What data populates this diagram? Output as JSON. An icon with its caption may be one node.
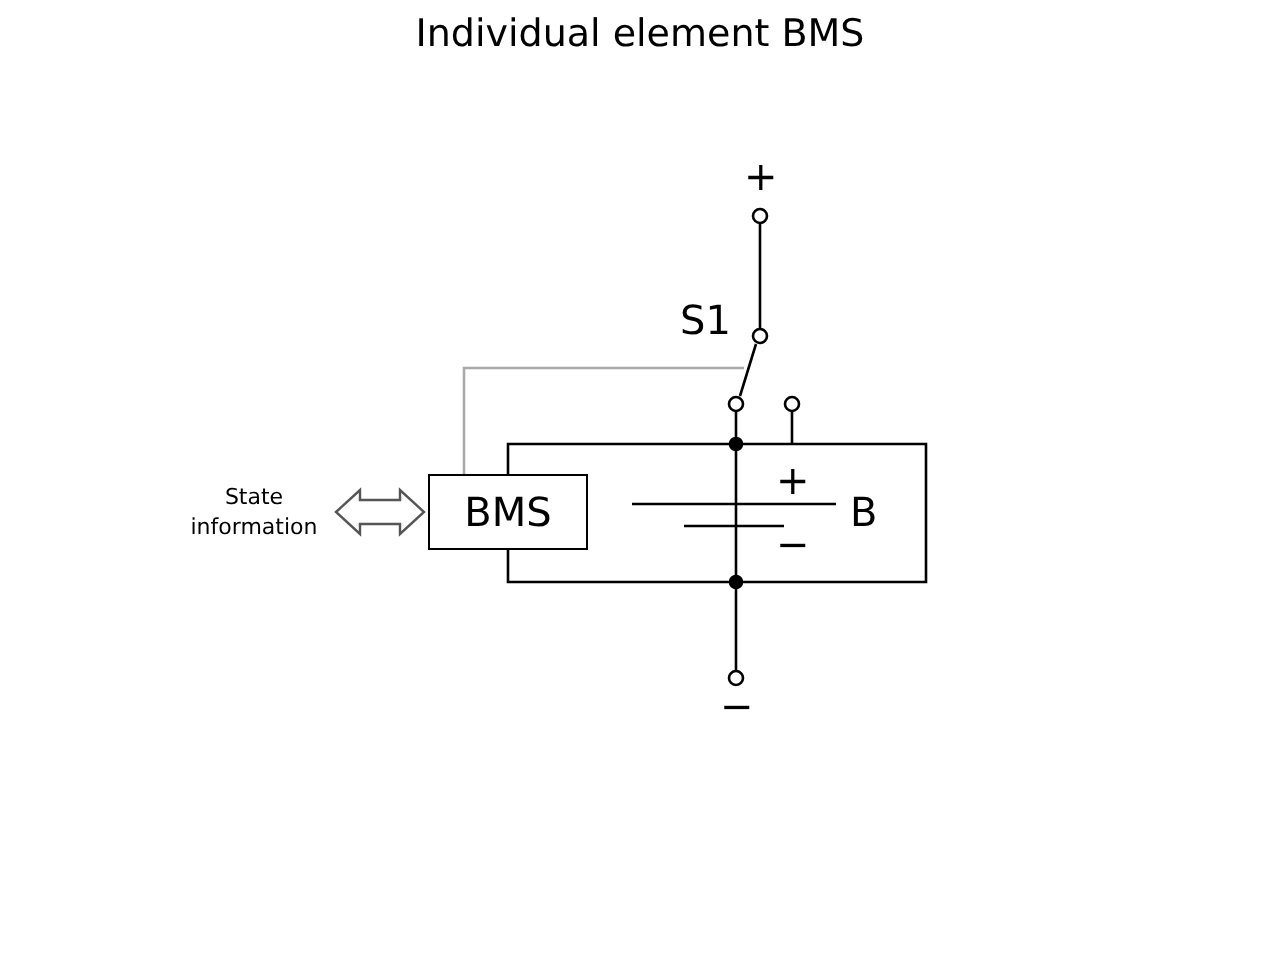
{
  "diagram": {
    "title": "Individual element BMS",
    "nodes": [
      {
        "text": [
          "State information"
        ]
      },
      {
        "text": [
          "BMS"
        ]
      }
    ],
    "edges": [
      {
        "from": 0,
        "to": 1,
        "arrow": "both"
      }
    ],
    "labels": [
      "+",
      "S1",
      "+",
      "B",
      "−",
      "−"
    ]
  }
}
